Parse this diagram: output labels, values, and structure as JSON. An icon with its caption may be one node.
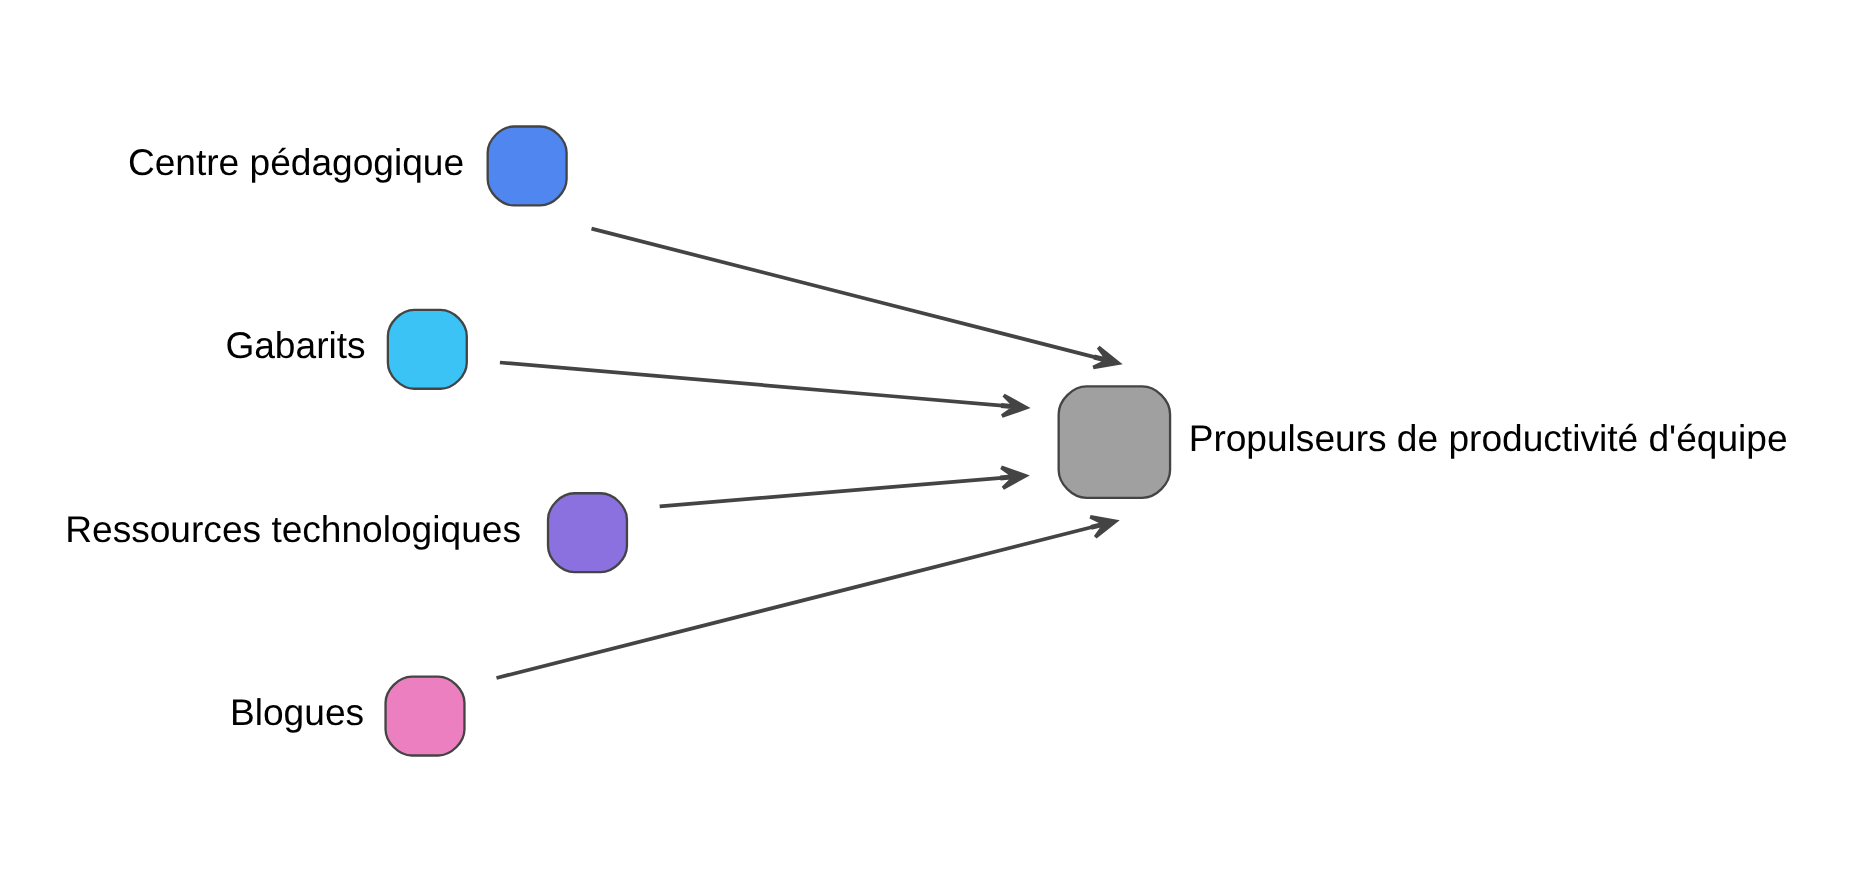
{
  "diagram": {
    "nodes": [
      {
        "text": [
          "Centre pédagogique"
        ]
      },
      {
        "text": [
          "Gabarits"
        ]
      },
      {
        "text": [
          "Ressources technologiques"
        ]
      },
      {
        "text": [
          "Blogues"
        ]
      },
      {
        "text": [
          "Propulseurs de productivité d'équipe"
        ]
      }
    ],
    "edges": [
      {
        "from": 0,
        "to": 4,
        "arrow": "to"
      },
      {
        "from": 1,
        "to": 4,
        "arrow": "to"
      },
      {
        "from": 2,
        "to": 4,
        "arrow": "to"
      },
      {
        "from": 3,
        "to": 4,
        "arrow": "to"
      }
    ]
  }
}
